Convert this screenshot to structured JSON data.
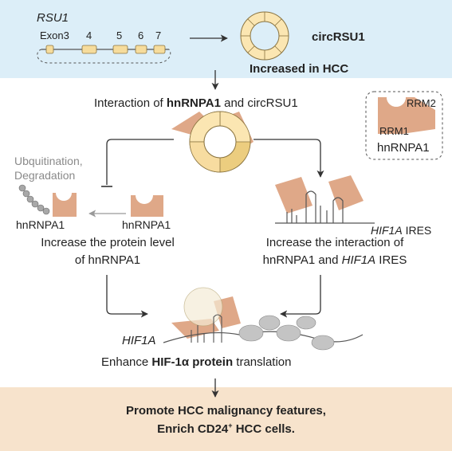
{
  "gene": {
    "name": "RSU1",
    "exons": [
      "Exon3",
      "4",
      "5",
      "6",
      "7"
    ]
  },
  "circ": {
    "name": "circRSU1",
    "status": "Increased in HCC"
  },
  "interaction": {
    "prefix": "Interaction of ",
    "protein": "hnRNPA1",
    "suffix": " and circRSU1"
  },
  "legend": {
    "rrm2": "RRM2",
    "rrm1": "RRM1",
    "protein": "hnRNPA1"
  },
  "left_branch": {
    "ubiquitination": "Ubquitination,",
    "degradation": "Degradation",
    "protein_degraded": "hnRNPA1",
    "protein_stable": "hnRNPA1",
    "result_line1": "Increase the protein level",
    "result_line2": "of hnRNPA1"
  },
  "right_branch": {
    "ires_gene": "HIF1A",
    "ires_suffix": " IRES",
    "result_line1": "Increase the interaction of",
    "result_line2_prefix": "hnRNPA1 and ",
    "result_line2_gene": "HIF1A",
    "result_line2_suffix": " IRES"
  },
  "translation": {
    "mrna_label": "HIF1A",
    "prefix": "Enhance ",
    "bold": "HIF-1α protein",
    "suffix": " translation"
  },
  "outcome": {
    "line1": "Promote HCC malignancy features,",
    "line2_prefix": "Enrich CD24",
    "line2_sup": "+",
    "line2_suffix": " HCC cells."
  },
  "colors": {
    "top_band": "#dceef8",
    "bottom_band": "#f7e3cc",
    "protein": "#dfa888",
    "exon": "#f6dc9c",
    "ring_light": "#fbe6b2",
    "ring_dark": "#eccd7f",
    "ribosome": "#c4c4c4",
    "ubiquitin": "#a8a8a8",
    "arrow": "#333333"
  }
}
